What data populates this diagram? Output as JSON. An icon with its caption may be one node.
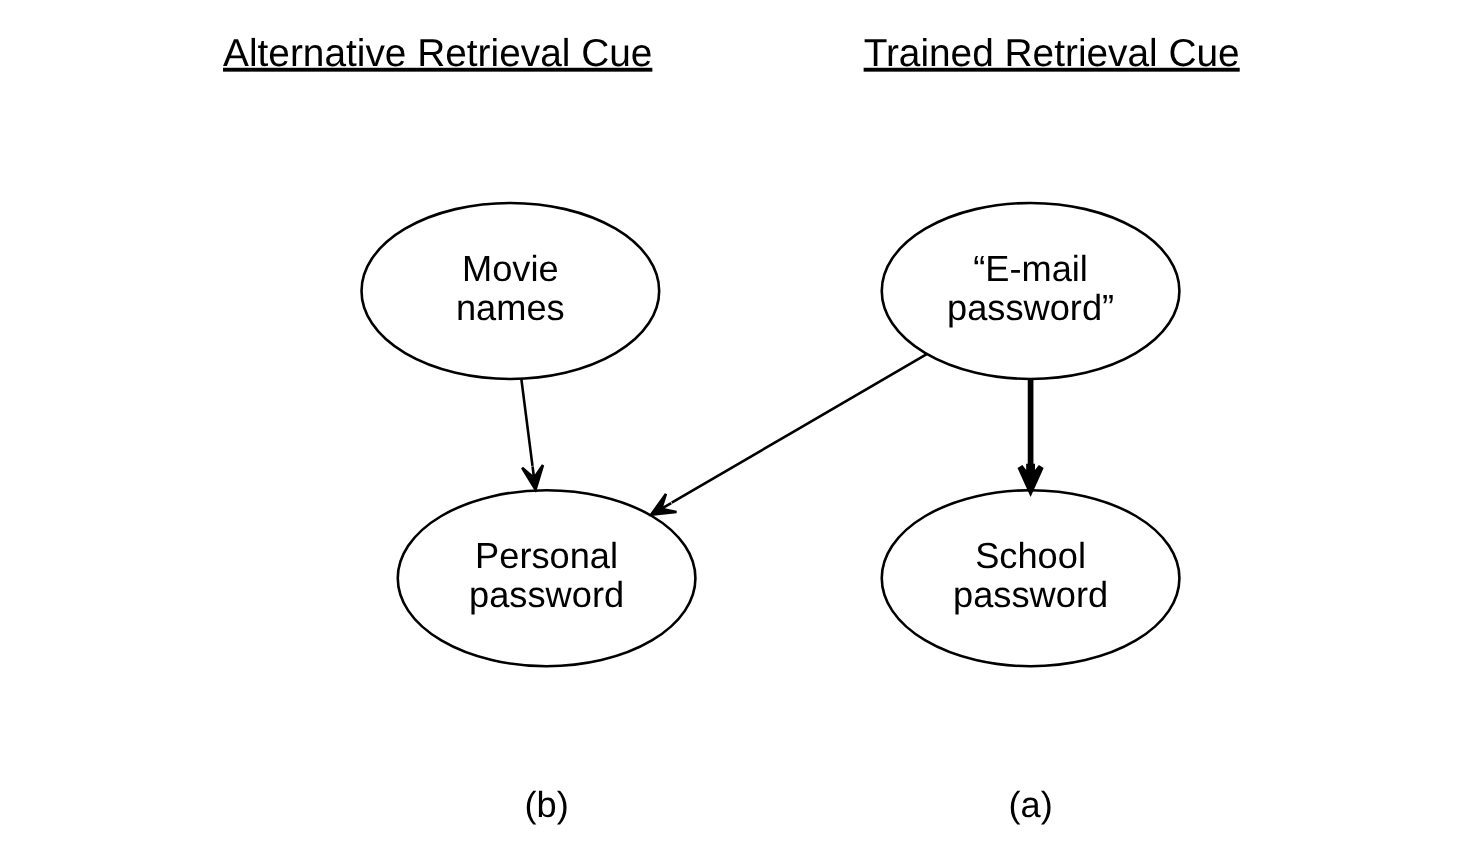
{
  "diagram": {
    "nodes": [
      {
        "text": [
          "“E-mail password”"
        ]
      },
      {
        "text": [
          "Movie names"
        ]
      },
      {
        "text": [
          "School password"
        ]
      },
      {
        "text": [
          "Personal password"
        ]
      }
    ],
    "edges": [
      {
        "from": 0,
        "to": 2,
        "arrow": "to",
        "style": "thick"
      },
      {
        "from": 0,
        "to": 3,
        "arrow": "to"
      },
      {
        "from": 1,
        "to": 3,
        "arrow": "to"
      }
    ],
    "labels": [
      "Trained Retrieval Cue",
      "Alternative Retrieval Cue",
      "(a)",
      "(b)"
    ]
  }
}
